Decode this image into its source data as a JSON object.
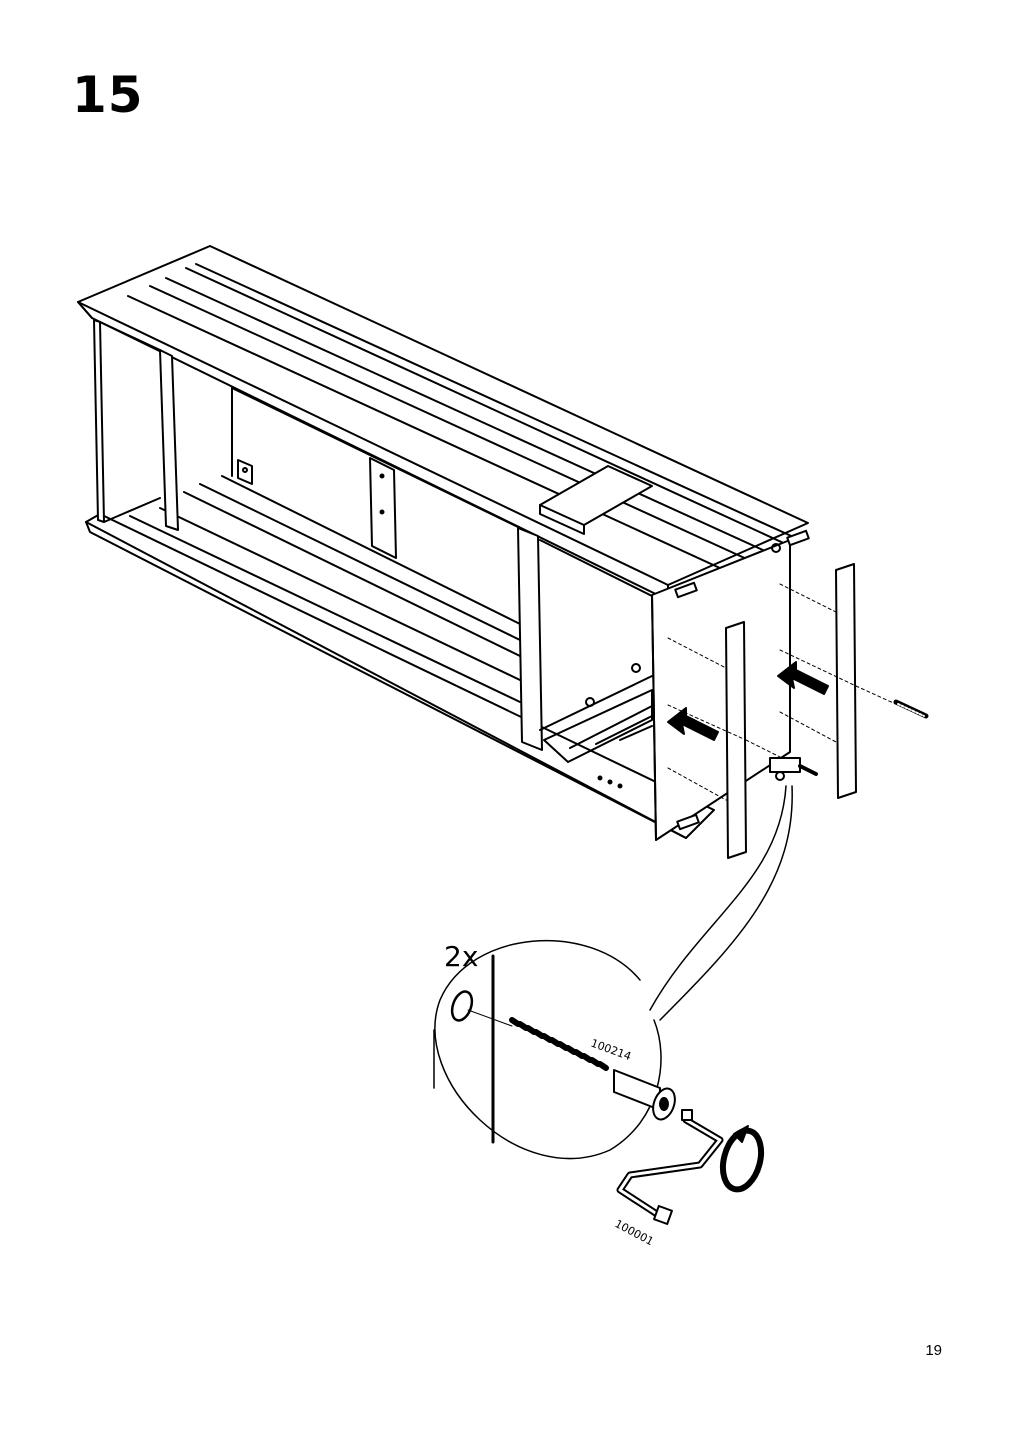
{
  "step": {
    "number": "15"
  },
  "detail": {
    "quantity": "2x",
    "screw_part_number": "100214",
    "key_part_number": "100001"
  },
  "page": {
    "number": "19"
  },
  "icons": {
    "arrow": "push-arrow-icon",
    "rotate": "rotate-clockwise-icon"
  }
}
